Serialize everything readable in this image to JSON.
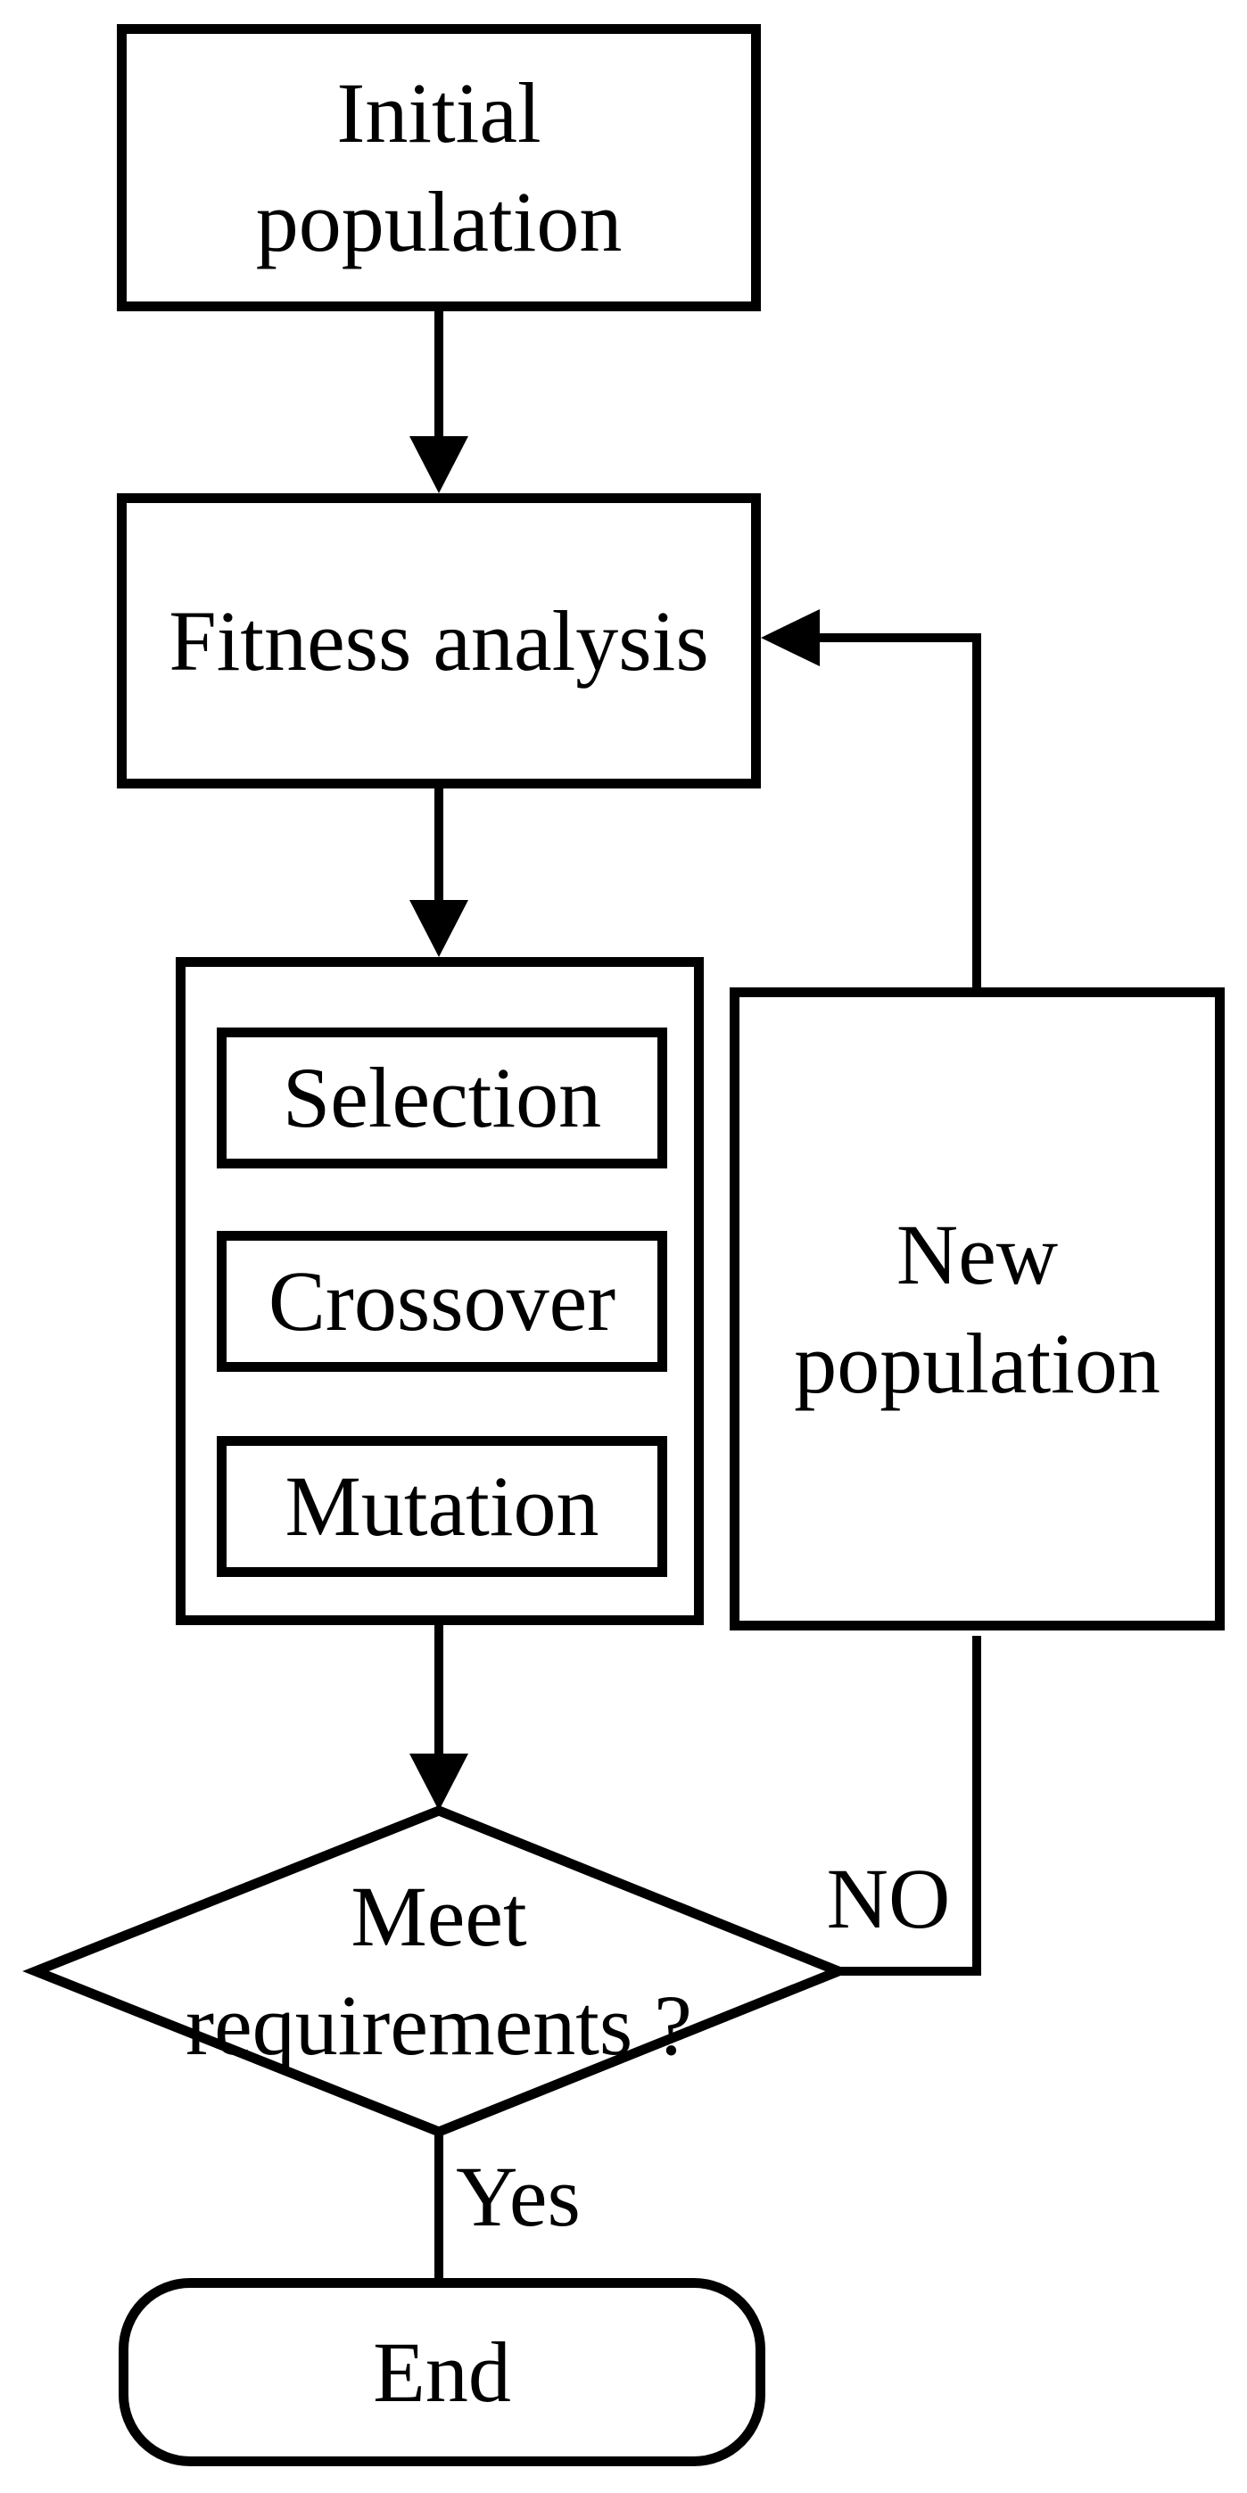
{
  "diagram": {
    "background_color": "#ffffff",
    "line_color": "#000000",
    "text_color": "#000000"
  },
  "nodes": {
    "initial_population": {
      "line1": "Initial",
      "line2": "population"
    },
    "fitness_analysis": {
      "label": "Fitness analysis"
    },
    "selection": {
      "label": "Selection"
    },
    "crossover": {
      "label": "Crossover"
    },
    "mutation": {
      "label": "Mutation"
    },
    "new_population": {
      "line1": "New",
      "line2": "population"
    },
    "decision": {
      "line1": "Meet",
      "line2": "requirements ?"
    },
    "end": {
      "label": "End"
    }
  },
  "edge_labels": {
    "no": "NO",
    "yes": "Yes"
  }
}
